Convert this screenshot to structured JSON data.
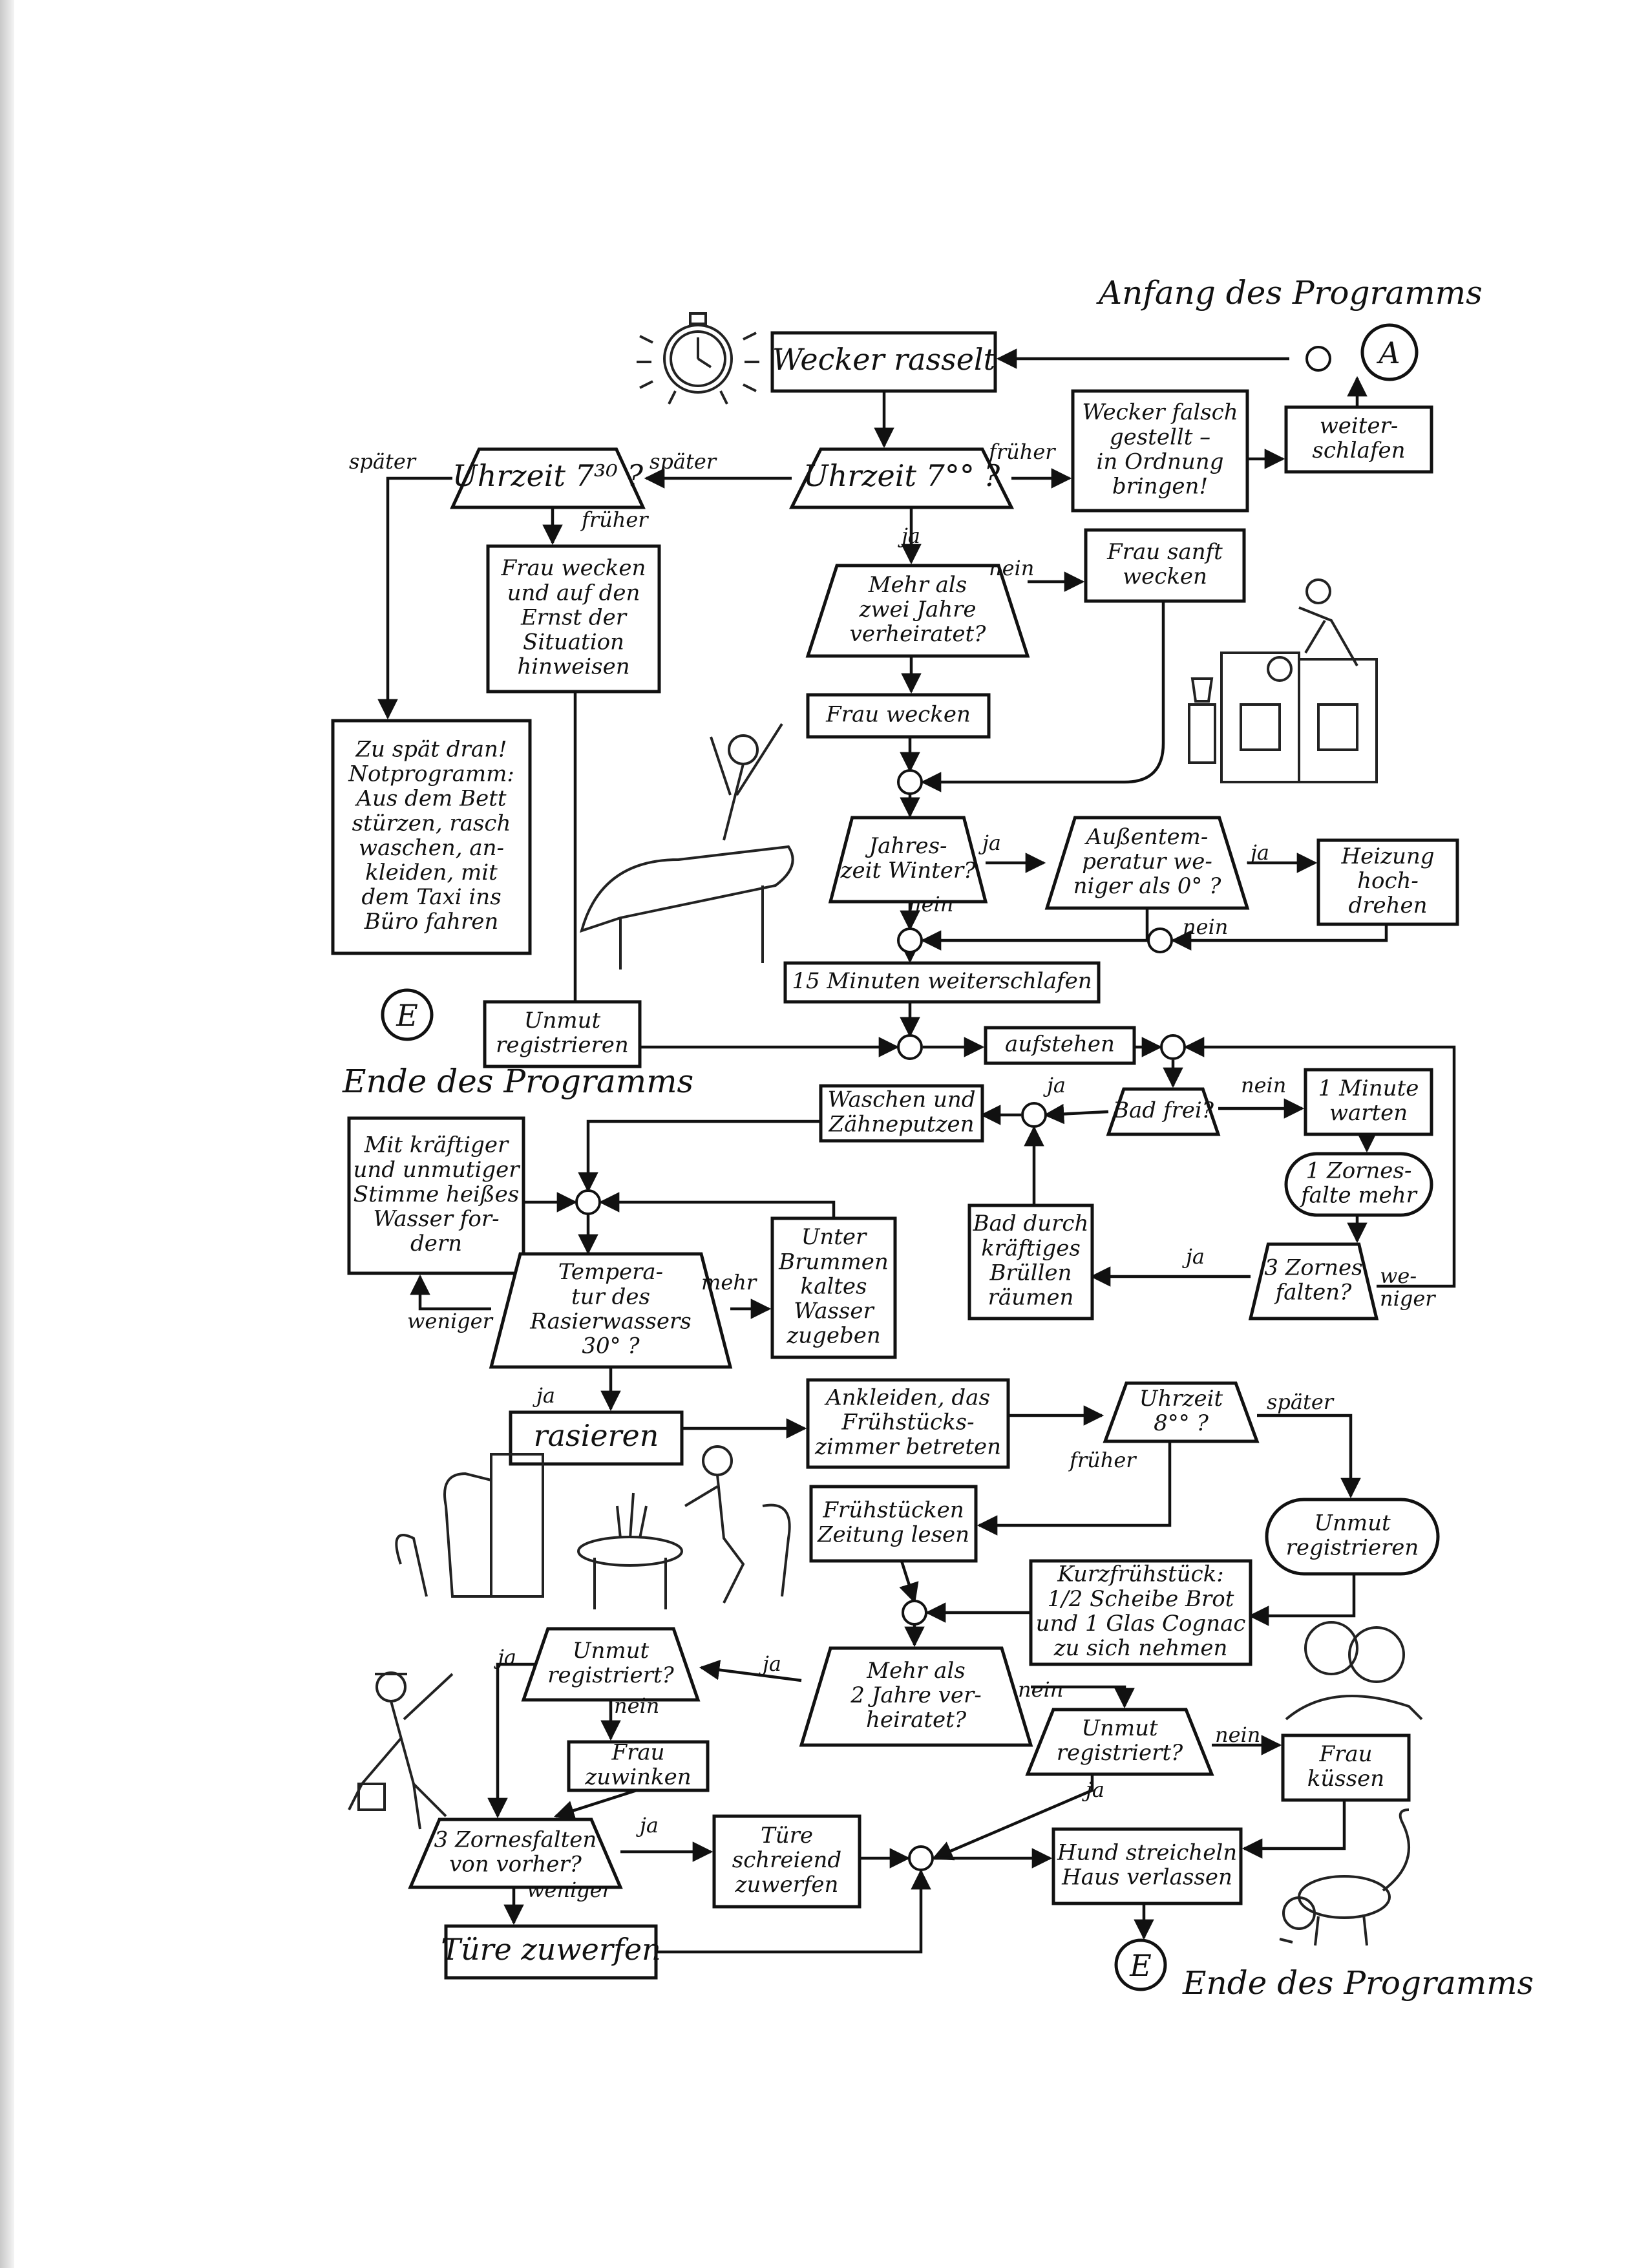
{
  "diagram": {
    "title_start": "Anfang des Programms",
    "title_end": "Ende des Programms",
    "title_end_left": "Ende des Programms",
    "connectors": {
      "start": "A",
      "end": "E"
    },
    "nodes": [
      {
        "id": "wecker",
        "shape": "rect",
        "lines": [
          "Wecker rasselt"
        ]
      },
      {
        "id": "uhr7",
        "shape": "trap",
        "lines": [
          "Uhrzeit 7°° ?"
        ]
      },
      {
        "id": "falsch",
        "shape": "rect",
        "lines": [
          "Wecker falsch",
          "gestellt –",
          "in Ordnung",
          "bringen!"
        ]
      },
      {
        "id": "weiter",
        "shape": "rect",
        "lines": [
          "weiter-",
          "schlafen"
        ]
      },
      {
        "id": "uhr730",
        "shape": "trap",
        "lines": [
          "Uhrzeit 7³⁰ ?"
        ]
      },
      {
        "id": "frauweckenernst",
        "shape": "rect",
        "lines": [
          "Frau wecken",
          "und auf den",
          "Ernst der",
          "Situation",
          "hinweisen"
        ]
      },
      {
        "id": "notprog",
        "shape": "rect",
        "lines": [
          "Zu spät dran!",
          "Notprogramm:",
          "Aus dem Bett",
          "stürzen, rasch",
          "waschen, an-",
          "kleiden, mit",
          "dem Taxi ins",
          "Büro fahren"
        ]
      },
      {
        "id": "mehr2a",
        "shape": "trap",
        "lines": [
          "Mehr als",
          "zwei Jahre",
          "verheiratet?"
        ]
      },
      {
        "id": "frausanft",
        "shape": "rect",
        "lines": [
          "Frau sanft",
          "wecken"
        ]
      },
      {
        "id": "frauwecken",
        "shape": "rect",
        "lines": [
          "Frau wecken"
        ]
      },
      {
        "id": "winter",
        "shape": "trap",
        "lines": [
          "Jahres-",
          "zeit Winter?"
        ]
      },
      {
        "id": "aussen",
        "shape": "trap",
        "lines": [
          "Außentem-",
          "peratur we-",
          "niger als 0° ?"
        ]
      },
      {
        "id": "heizung",
        "shape": "rect",
        "lines": [
          "Heizung",
          "hoch-",
          "drehen"
        ]
      },
      {
        "id": "15min",
        "shape": "rect",
        "lines": [
          "15 Minuten weiterschlafen"
        ]
      },
      {
        "id": "unmut1",
        "shape": "rect",
        "lines": [
          "Unmut",
          "registrieren"
        ]
      },
      {
        "id": "aufstehen",
        "shape": "rect",
        "lines": [
          "aufstehen"
        ]
      },
      {
        "id": "badfrei",
        "shape": "trap",
        "lines": [
          "Bad frei?"
        ]
      },
      {
        "id": "1min",
        "shape": "rect",
        "lines": [
          "1 Minute",
          "warten"
        ]
      },
      {
        "id": "zornes1",
        "shape": "round",
        "lines": [
          "1 Zornes-",
          "falte mehr"
        ]
      },
      {
        "id": "zornes3",
        "shape": "trap",
        "lines": [
          "3 Zornes",
          "falten?"
        ]
      },
      {
        "id": "baddurch",
        "shape": "rect",
        "lines": [
          "Bad durch",
          "kräftiges",
          "Brüllen",
          "räumen"
        ]
      },
      {
        "id": "waschen",
        "shape": "rect",
        "lines": [
          "Waschen und",
          "Zähneputzen"
        ]
      },
      {
        "id": "kraeftig",
        "shape": "rect",
        "lines": [
          "Mit kräftiger",
          "und unmutiger",
          "Stimme heißes",
          "Wasser for-",
          "dern"
        ]
      },
      {
        "id": "brummen",
        "shape": "rect",
        "lines": [
          "Unter",
          "Brummen",
          "kaltes",
          "Wasser",
          "zugeben"
        ]
      },
      {
        "id": "temp",
        "shape": "trap",
        "lines": [
          "Tempera-",
          "tur des",
          "Rasierwassers",
          "30° ?"
        ]
      },
      {
        "id": "rasieren",
        "shape": "rect",
        "lines": [
          "rasieren"
        ]
      },
      {
        "id": "ankleiden",
        "shape": "rect",
        "lines": [
          "Ankleiden, das",
          "Frühstücks-",
          "zimmer betreten"
        ]
      },
      {
        "id": "uhr8",
        "shape": "trap",
        "lines": [
          "Uhrzeit",
          "8°° ?"
        ]
      },
      {
        "id": "unmut2",
        "shape": "round",
        "lines": [
          "Unmut",
          "registrieren"
        ]
      },
      {
        "id": "fruehstuecken",
        "shape": "rect",
        "lines": [
          "Frühstücken",
          "Zeitung lesen"
        ]
      },
      {
        "id": "kurz",
        "shape": "rect",
        "lines": [
          "Kurzfrühstück:",
          "1/2 Scheibe Brot",
          "und 1 Glas Cognac",
          "zu sich nehmen"
        ]
      },
      {
        "id": "mehr2b",
        "shape": "trap",
        "lines": [
          "Mehr als",
          "2 Jahre ver-",
          "heiratet?"
        ]
      },
      {
        "id": "unmutreg1",
        "shape": "trap",
        "lines": [
          "Unmut",
          "registriert?"
        ]
      },
      {
        "id": "unmutreg2",
        "shape": "trap",
        "lines": [
          "Unmut",
          "registriert?"
        ]
      },
      {
        "id": "fraukuessen",
        "shape": "rect",
        "lines": [
          "Frau",
          "küssen"
        ]
      },
      {
        "id": "frauzuwinken",
        "shape": "rect",
        "lines": [
          "Frau",
          "zuwinken"
        ]
      },
      {
        "id": "zornesvorher",
        "shape": "trap",
        "lines": [
          "3 Zornesfalten",
          "von vorher?"
        ]
      },
      {
        "id": "tuereschreiend",
        "shape": "rect",
        "lines": [
          "Türe",
          "schreiend",
          "zuwerfen"
        ]
      },
      {
        "id": "hund",
        "shape": "rect",
        "lines": [
          "Hund streicheln",
          "Haus verlassen"
        ]
      },
      {
        "id": "tuere",
        "shape": "rect",
        "lines": [
          "Türe zuwerfen"
        ]
      }
    ],
    "edge_labels": {
      "spaeter_a": "später",
      "spaeter_b": "später",
      "frueher_a": "früher",
      "frueher_b": "früher",
      "ja_a": "ja",
      "nein_a": "nein",
      "ja_b": "ja",
      "ja_c": "ja",
      "nein_b": "nein",
      "nein_c": "nein",
      "ja_d": "ja",
      "nein_d": "nein",
      "ja_e": "ja",
      "weniger_a": "we-",
      "weniger_b": "niger",
      "mehr": "mehr",
      "weniger_c": "weniger",
      "ja_f": "ja",
      "spaeter_c": "später",
      "frueher_c": "früher",
      "ja_g": "ja",
      "ja_h": "ja",
      "nein_e": "nein",
      "nein_f": "nein",
      "nein_g": "nein",
      "ja_i": "ja",
      "ja_j": "ja",
      "weniger_d": "weniger"
    }
  }
}
